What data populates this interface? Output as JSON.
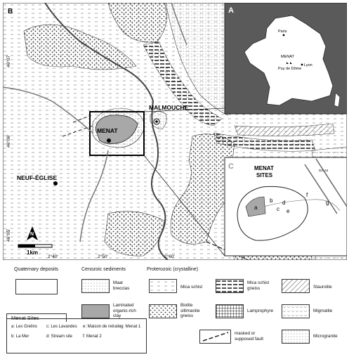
{
  "panel_letters": {
    "main": "B",
    "inset_a": "A",
    "inset_c": "C"
  },
  "coordinates": {
    "lat_top": "46°07'",
    "lat_mid": "46°06'",
    "lat_bottom": "46°05'",
    "lon_left": "2°40'",
    "lon_mid": "2°50'",
    "lon_right": "2°60'"
  },
  "places": {
    "malmouche": "MALMOUCHE",
    "menat": "MENAT",
    "neuf_eglise": "NEUF-ÉGLISE"
  },
  "north_arrow": "N",
  "scale_bar": "1km",
  "inset_a": {
    "paris": "Paris",
    "menat": "MENAT",
    "puy": "Puy de Dôme",
    "lyon": "Lyon"
  },
  "inset_c": {
    "title_line1": "MENAT",
    "title_line2": "SITES",
    "road": "D2144",
    "sites": [
      "a",
      "b",
      "c",
      "d",
      "e",
      "f",
      "g"
    ]
  },
  "legend": {
    "headings": {
      "quaternary": "Quaternary deposits",
      "cenozoic": "Cenozoic sediments",
      "proterozoic": "Proterozoic (crystalline)"
    },
    "items": {
      "maar": "Maar\nbreccias",
      "laminated": "Laminated\norganic-rich\nclay",
      "mica_schist": "Mica schist",
      "biotite": "Biotite\nsillimanite\ngneiss",
      "mica_schist_gneiss": "Mica schist\ngneiss",
      "lamprophyre": "Lamprophyre",
      "staurolite": "Staurolite",
      "migmatite": "Migmatite",
      "microgranite": "Microgranite",
      "fault": "masked or\nsupposed fault"
    }
  },
  "menat_sites": {
    "title": "Menat Sites",
    "entries": [
      "a: Les Grelins",
      "c: Les Lavandes",
      "e: Maison de retraite",
      "g: Menat 1",
      "b: La Mer",
      "d: Stream site",
      "f: Menat 2"
    ]
  }
}
